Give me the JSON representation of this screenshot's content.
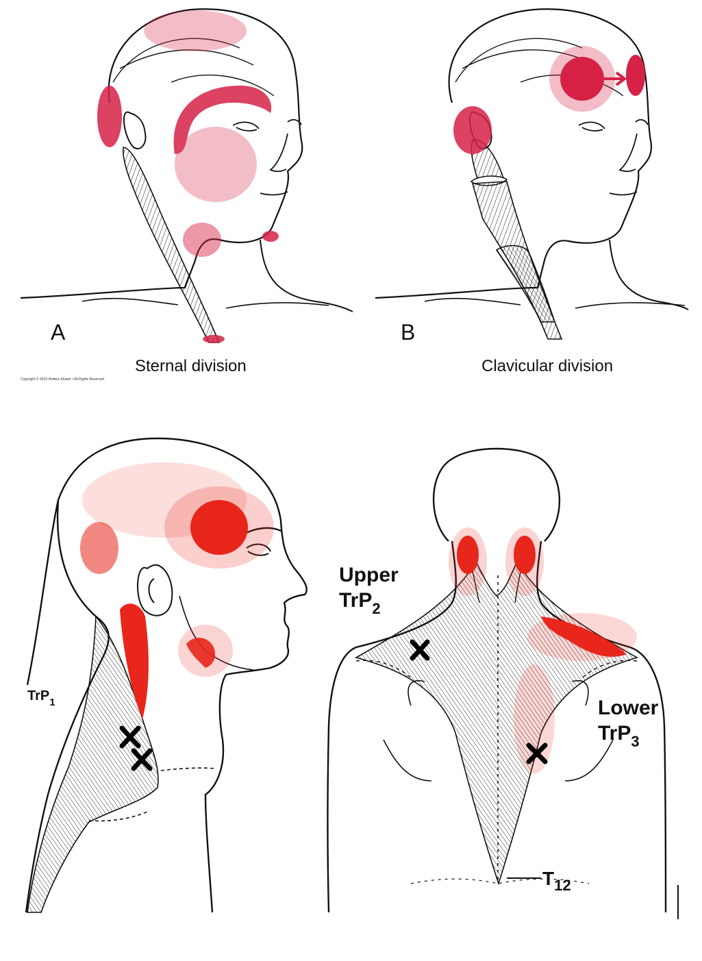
{
  "panels": {
    "a": {
      "letter": "A",
      "caption": "Sternal division"
    },
    "b": {
      "letter": "B",
      "caption": "Clavicular division"
    }
  },
  "copyright": "Copyright © 2019 Wolters Kluwer • All Rights Reserved",
  "labels": {
    "trp1": {
      "main": "TrP",
      "sub": "1"
    },
    "upper": {
      "word": "Upper",
      "main": "TrP",
      "sub": "2"
    },
    "lower": {
      "word": "Lower",
      "main": "TrP",
      "sub": "3"
    },
    "t12": {
      "main": "T",
      "sub": "12"
    }
  },
  "colors": {
    "pain_scs": "#d62246",
    "pain_trap": "#e8261c",
    "ink": "#111111",
    "marker": "#000000"
  },
  "icons": [
    "trigger-point-x-marker"
  ]
}
